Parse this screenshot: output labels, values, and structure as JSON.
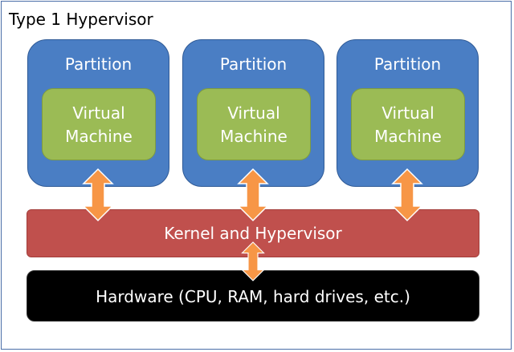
{
  "title": "Type 1 Hypervisor",
  "partitions": [
    {
      "label": "Partition",
      "vm_line1": "Virtual",
      "vm_line2": "Machine"
    },
    {
      "label": "Partition",
      "vm_line1": "Virtual",
      "vm_line2": "Machine"
    },
    {
      "label": "Partition",
      "vm_line1": "Virtual",
      "vm_line2": "Machine"
    }
  ],
  "kernel_label": "Kernel and Hypervisor",
  "hardware_label": "Hardware (CPU, RAM, hard drives, etc.)",
  "colors": {
    "partition": "#4a7ec4",
    "virtual_machine": "#9bbb55",
    "kernel": "#c0504d",
    "hardware": "#000000",
    "arrow": "#f79646"
  },
  "icons": [
    "double-arrow-icon"
  ]
}
